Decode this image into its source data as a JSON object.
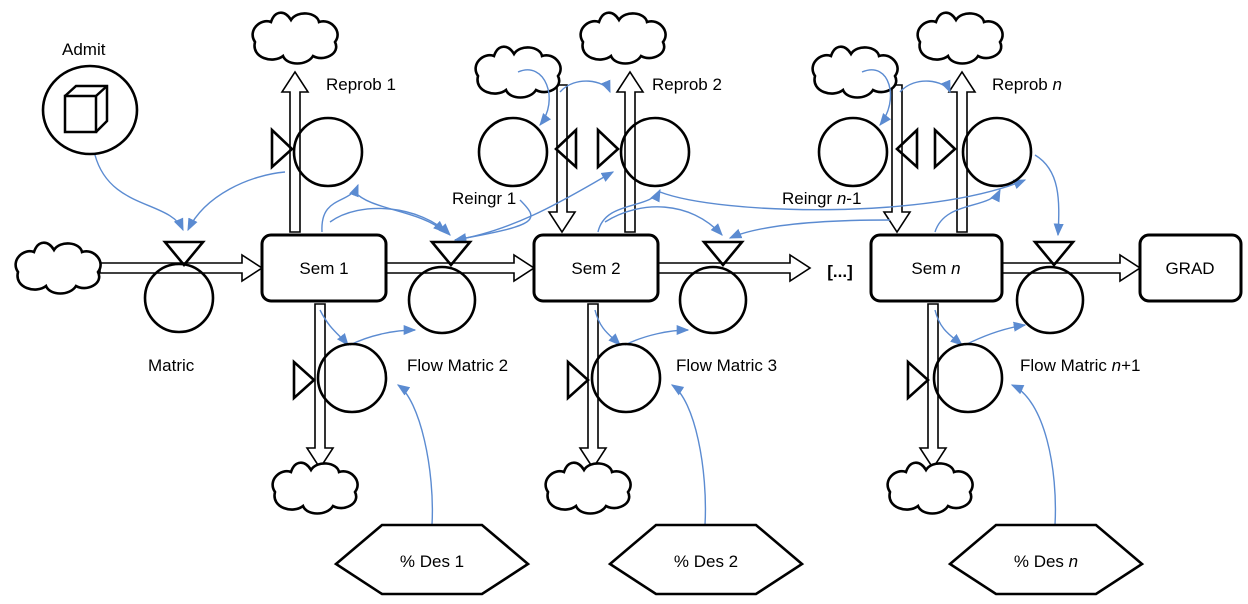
{
  "diagram": {
    "admit": {
      "label": "Admit"
    },
    "matric": {
      "label": "Matric"
    },
    "stocks": [
      {
        "id": "sem1",
        "label": "Sem 1",
        "italic": ""
      },
      {
        "id": "sem2",
        "label": "Sem 2",
        "italic": ""
      },
      {
        "id": "semn",
        "label": "Sem ",
        "italic": "n"
      },
      {
        "id": "grad",
        "label": "GRAD",
        "italic": ""
      }
    ],
    "ellipsis": "[...]",
    "reprob": [
      {
        "label": "Reprob 1",
        "italic": ""
      },
      {
        "label": "Reprob 2",
        "italic": ""
      },
      {
        "label": "Reprob ",
        "italic": "n"
      }
    ],
    "reingr": [
      {
        "label": "Reingr 1",
        "italic": "",
        "tail": ""
      },
      {
        "label": "Reingr ",
        "italic": "n",
        "tail": "-1"
      }
    ],
    "flow_matric": [
      {
        "label": "Flow Matric 2",
        "italic": "",
        "tail": ""
      },
      {
        "label": "Flow Matric 3",
        "italic": "",
        "tail": ""
      },
      {
        "label": "Flow Matric ",
        "italic": "n",
        "tail": "+1"
      }
    ],
    "des": [
      {
        "label": "% Des 1",
        "italic": ""
      },
      {
        "label": "% Des 2",
        "italic": ""
      },
      {
        "label": "% Des ",
        "italic": "n"
      }
    ]
  }
}
